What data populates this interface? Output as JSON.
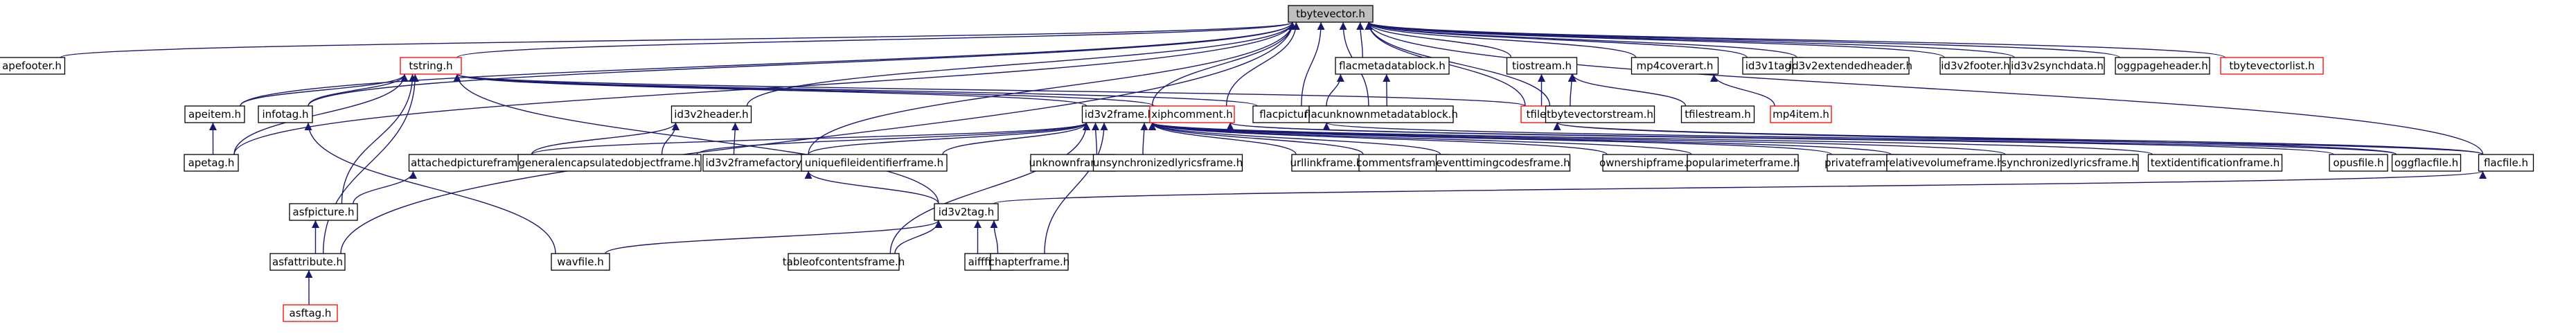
{
  "graph": {
    "nodes": [
      {
        "id": "tbytevector",
        "label": "tbytevector.h",
        "style": "root"
      },
      {
        "id": "apefooter",
        "label": "apefooter.h",
        "style": "normal"
      },
      {
        "id": "tstring",
        "label": "tstring.h",
        "style": "red"
      },
      {
        "id": "flacmetadatablock",
        "label": "flacmetadatablock.h",
        "style": "normal"
      },
      {
        "id": "tiostream",
        "label": "tiostream.h",
        "style": "normal"
      },
      {
        "id": "mp4coverart",
        "label": "mp4coverart.h",
        "style": "normal"
      },
      {
        "id": "id3v1tag",
        "label": "id3v1tag.h",
        "style": "normal"
      },
      {
        "id": "id3v2extendedheader",
        "label": "id3v2extendedheader.h",
        "style": "normal"
      },
      {
        "id": "id3v2footer",
        "label": "id3v2footer.h",
        "style": "normal"
      },
      {
        "id": "id3v2synchdata",
        "label": "id3v2synchdata.h",
        "style": "normal"
      },
      {
        "id": "oggpageheader",
        "label": "oggpageheader.h",
        "style": "normal"
      },
      {
        "id": "tbytevectorlist",
        "label": "tbytevectorlist.h",
        "style": "red"
      },
      {
        "id": "apeitem",
        "label": "apeitem.h",
        "style": "normal"
      },
      {
        "id": "infotag",
        "label": "infotag.h",
        "style": "normal"
      },
      {
        "id": "id3v2header",
        "label": "id3v2header.h",
        "style": "normal"
      },
      {
        "id": "id3v2frame",
        "label": "id3v2frame.h",
        "style": "normal"
      },
      {
        "id": "xiphcomment",
        "label": "xiphcomment.h",
        "style": "red"
      },
      {
        "id": "flacpicture",
        "label": "flacpicture.h",
        "style": "normal"
      },
      {
        "id": "flacunknownmetadatablock",
        "label": "flacunknownmetadatablock.h",
        "style": "normal"
      },
      {
        "id": "tfile",
        "label": "tfile.h",
        "style": "red"
      },
      {
        "id": "tbytevectorstream",
        "label": "tbytevectorstream.h",
        "style": "normal"
      },
      {
        "id": "tfilestream",
        "label": "tfilestream.h",
        "style": "normal"
      },
      {
        "id": "mp4item",
        "label": "mp4item.h",
        "style": "red"
      },
      {
        "id": "apetag",
        "label": "apetag.h",
        "style": "normal"
      },
      {
        "id": "attachedpictureframe",
        "label": "attachedpictureframe.h",
        "style": "normal"
      },
      {
        "id": "generalencapsulatedobjectframe",
        "label": "generalencapsulatedobjectframe.h",
        "style": "normal"
      },
      {
        "id": "id3v2framefactory",
        "label": "id3v2framefactory.h",
        "style": "normal"
      },
      {
        "id": "uniquefileidentifierframe",
        "label": "uniquefileidentifierframe.h",
        "style": "normal"
      },
      {
        "id": "unknownframe",
        "label": "unknownframe.h",
        "style": "normal"
      },
      {
        "id": "unsynchronizedlyricsframe",
        "label": "unsynchronizedlyricsframe.h",
        "style": "normal"
      },
      {
        "id": "urllinkframe",
        "label": "urllinkframe.h",
        "style": "normal"
      },
      {
        "id": "commentsframe",
        "label": "commentsframe.h",
        "style": "normal"
      },
      {
        "id": "eventtimingcodesframe",
        "label": "eventtimingcodesframe.h",
        "style": "normal"
      },
      {
        "id": "ownershipframe",
        "label": "ownershipframe.h",
        "style": "normal"
      },
      {
        "id": "popularimeterframe",
        "label": "popularimeterframe.h",
        "style": "normal"
      },
      {
        "id": "privateframe",
        "label": "privateframe.h",
        "style": "normal"
      },
      {
        "id": "relativevolumeframe",
        "label": "relativevolumeframe.h",
        "style": "normal"
      },
      {
        "id": "synchronizedlyricsframe",
        "label": "synchronizedlyricsframe.h",
        "style": "normal"
      },
      {
        "id": "textidentificationframe",
        "label": "textidentificationframe.h",
        "style": "normal"
      },
      {
        "id": "opusfile",
        "label": "opusfile.h",
        "style": "normal"
      },
      {
        "id": "oggflacfile",
        "label": "oggflacfile.h",
        "style": "normal"
      },
      {
        "id": "flacfile",
        "label": "flacfile.h",
        "style": "normal"
      },
      {
        "id": "asfpicture",
        "label": "asfpicture.h",
        "style": "normal"
      },
      {
        "id": "id3v2tag",
        "label": "id3v2tag.h",
        "style": "normal"
      },
      {
        "id": "asfattribute",
        "label": "asfattribute.h",
        "style": "normal"
      },
      {
        "id": "wavfile",
        "label": "wavfile.h",
        "style": "normal"
      },
      {
        "id": "tableofcontentsframe",
        "label": "tableofcontentsframe.h",
        "style": "normal"
      },
      {
        "id": "aifffile",
        "label": "aifffile.h",
        "style": "normal"
      },
      {
        "id": "chapterframe",
        "label": "chapterframe.h",
        "style": "normal"
      },
      {
        "id": "asftag",
        "label": "asftag.h",
        "style": "red"
      }
    ],
    "edges": [
      [
        "apefooter",
        "tbytevector"
      ],
      [
        "tstring",
        "tbytevector"
      ],
      [
        "flacmetadatablock",
        "tbytevector"
      ],
      [
        "tiostream",
        "tbytevector"
      ],
      [
        "mp4coverart",
        "tbytevector"
      ],
      [
        "id3v1tag",
        "tbytevector"
      ],
      [
        "id3v2extendedheader",
        "tbytevector"
      ],
      [
        "id3v2footer",
        "tbytevector"
      ],
      [
        "id3v2synchdata",
        "tbytevector"
      ],
      [
        "oggpageheader",
        "tbytevector"
      ],
      [
        "tbytevectorlist",
        "tbytevector"
      ],
      [
        "apeitem",
        "tbytevector"
      ],
      [
        "infotag",
        "tbytevector"
      ],
      [
        "id3v2header",
        "tbytevector"
      ],
      [
        "id3v2frame",
        "tbytevector"
      ],
      [
        "xiphcomment",
        "tbytevector"
      ],
      [
        "flacpicture",
        "tbytevector"
      ],
      [
        "flacunknownmetadatablock",
        "tbytevector"
      ],
      [
        "tfile",
        "tbytevector"
      ],
      [
        "tbytevectorstream",
        "tbytevector"
      ],
      [
        "apetag",
        "tbytevector"
      ],
      [
        "asfattribute",
        "tbytevector"
      ],
      [
        "id3v2framefactory",
        "tbytevector"
      ],
      [
        "flacfile",
        "tbytevector"
      ],
      [
        "apeitem",
        "tstring"
      ],
      [
        "infotag",
        "tstring"
      ],
      [
        "apetag",
        "tstring"
      ],
      [
        "asfpicture",
        "tstring"
      ],
      [
        "asfattribute",
        "tstring"
      ],
      [
        "id3v2frame",
        "tstring"
      ],
      [
        "xiphcomment",
        "tstring"
      ],
      [
        "flacpicture",
        "tstring"
      ],
      [
        "tfile",
        "tstring"
      ],
      [
        "id3v2tag",
        "tstring"
      ],
      [
        "flacpicture",
        "flacmetadatablock"
      ],
      [
        "flacunknownmetadatablock",
        "flacmetadatablock"
      ],
      [
        "tfile",
        "tiostream"
      ],
      [
        "tbytevectorstream",
        "tiostream"
      ],
      [
        "tfilestream",
        "tiostream"
      ],
      [
        "mp4item",
        "mp4coverart"
      ],
      [
        "apetag",
        "apeitem"
      ],
      [
        "wavfile",
        "infotag"
      ],
      [
        "attachedpictureframe",
        "id3v2header"
      ],
      [
        "generalencapsulatedobjectframe",
        "id3v2header"
      ],
      [
        "id3v2framefactory",
        "id3v2header"
      ],
      [
        "attachedpictureframe",
        "id3v2frame"
      ],
      [
        "generalencapsulatedobjectframe",
        "id3v2frame"
      ],
      [
        "id3v2framefactory",
        "id3v2frame"
      ],
      [
        "uniquefileidentifierframe",
        "id3v2frame"
      ],
      [
        "unknownframe",
        "id3v2frame"
      ],
      [
        "unsynchronizedlyricsframe",
        "id3v2frame"
      ],
      [
        "urllinkframe",
        "id3v2frame"
      ],
      [
        "commentsframe",
        "id3v2frame"
      ],
      [
        "eventtimingcodesframe",
        "id3v2frame"
      ],
      [
        "ownershipframe",
        "id3v2frame"
      ],
      [
        "popularimeterframe",
        "id3v2frame"
      ],
      [
        "privateframe",
        "id3v2frame"
      ],
      [
        "relativevolumeframe",
        "id3v2frame"
      ],
      [
        "synchronizedlyricsframe",
        "id3v2frame"
      ],
      [
        "textidentificationframe",
        "id3v2frame"
      ],
      [
        "tableofcontentsframe",
        "id3v2frame"
      ],
      [
        "chapterframe",
        "id3v2frame"
      ],
      [
        "opusfile",
        "xiphcomment"
      ],
      [
        "oggflacfile",
        "xiphcomment"
      ],
      [
        "flacfile",
        "flacpicture"
      ],
      [
        "oggflacfile",
        "tfile"
      ],
      [
        "flacfile",
        "tfile"
      ],
      [
        "id3v2tag",
        "flacfile"
      ],
      [
        "asfpicture",
        "attachedpictureframe"
      ],
      [
        "id3v2tag",
        "id3v2framefactory"
      ],
      [
        "asfattribute",
        "asfpicture"
      ],
      [
        "asftag",
        "asfattribute"
      ],
      [
        "wavfile",
        "id3v2tag"
      ],
      [
        "tableofcontentsframe",
        "id3v2tag"
      ],
      [
        "aifffile",
        "id3v2tag"
      ],
      [
        "chapterframe",
        "id3v2tag"
      ]
    ]
  }
}
